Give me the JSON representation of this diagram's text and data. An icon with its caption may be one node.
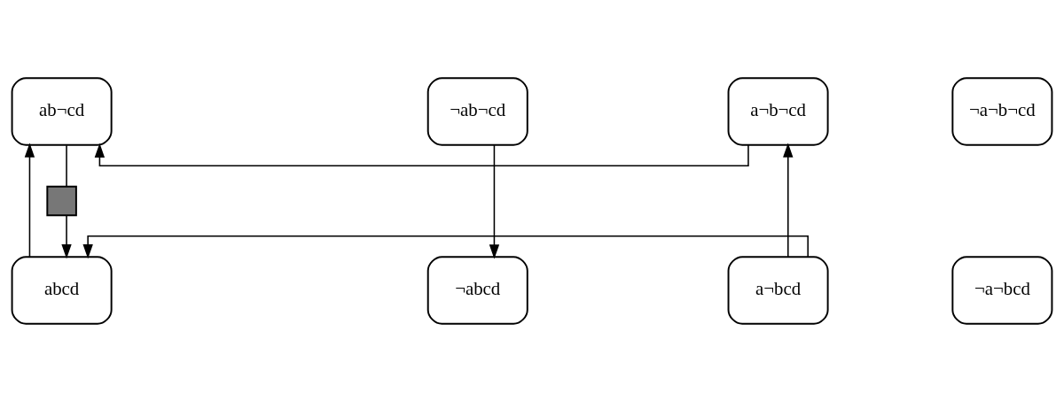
{
  "diagram": {
    "nodes": [
      {
        "text": [
          "ab¬cd"
        ]
      },
      {
        "text": [
          "¬ab¬cd"
        ]
      },
      {
        "text": [
          "a¬b¬cd"
        ]
      },
      {
        "text": [
          "¬a¬b¬cd"
        ]
      },
      {
        "text": [],
        "shape": "box"
      },
      {
        "text": [
          "abcd"
        ]
      },
      {
        "text": [
          "¬abcd"
        ]
      },
      {
        "text": [
          "a¬bcd"
        ]
      },
      {
        "text": [
          "¬a¬bcd"
        ]
      }
    ],
    "edges": [
      {
        "from": 2,
        "to": 0,
        "arrow": "to"
      },
      {
        "from": 5,
        "to": 0,
        "arrow": "to"
      },
      {
        "from": 0,
        "to": 4,
        "arrow": "none"
      },
      {
        "from": 4,
        "to": 5,
        "arrow": "to"
      },
      {
        "from": 1,
        "to": 6,
        "arrow": "to"
      },
      {
        "from": 7,
        "to": 2,
        "arrow": "to"
      },
      {
        "from": 7,
        "to": 5,
        "arrow": "to"
      }
    ]
  }
}
